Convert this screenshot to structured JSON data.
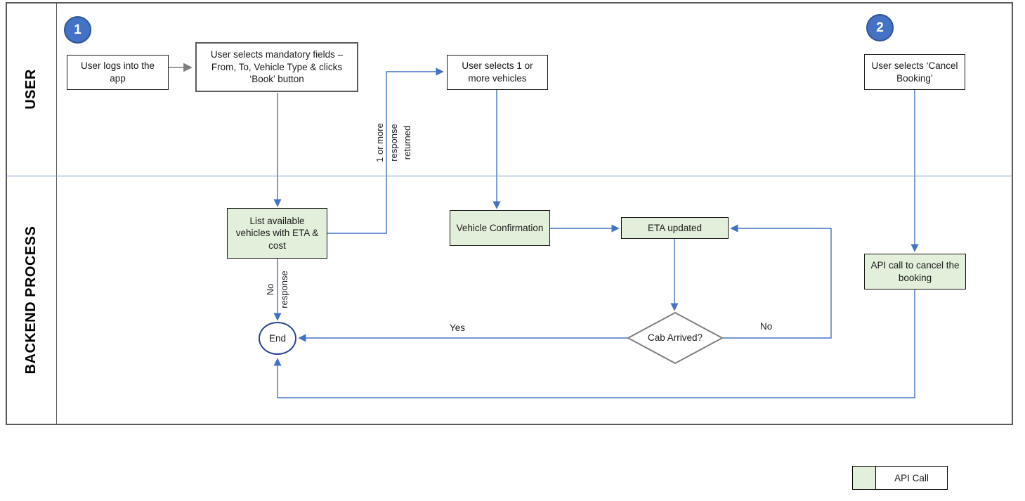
{
  "lanes": {
    "user": "USER",
    "backend": "BACKEND PROCESS"
  },
  "badges": [
    "1",
    "2"
  ],
  "nodes": {
    "login": {
      "label": "User logs into the app"
    },
    "mandatory": {
      "label": "User selects mandatory fields – From,  To, Vehicle Type & clicks ‘Book’ button"
    },
    "select_vehicles": {
      "label": "User selects 1 or more vehicles"
    },
    "cancel_select": {
      "label": "User selects ‘Cancel Booking’"
    },
    "list_vehicles": {
      "label": "List available vehicles with ETA & cost"
    },
    "vehicle_confirmation": {
      "label": "Vehicle Confirmation"
    },
    "eta_updated": {
      "label": "ETA updated"
    },
    "api_cancel": {
      "label": "API call to cancel the booking"
    },
    "cab_arrived": {
      "label": "Cab Arrived?"
    },
    "end": {
      "label": "End"
    }
  },
  "edges": {
    "yes": "Yes",
    "no": "No",
    "one_or_more": "1 or more\nresponse\nreturned",
    "no_response": "No\nresponse"
  },
  "legend": {
    "api_call": "API Call"
  },
  "colors": {
    "connector_blue": "#4472C4",
    "connector_gray": "#7F7F7F",
    "api_call_fill": "#E2EFDA",
    "badge_fill": "#4472C4",
    "badge_border": "#2F5597",
    "frame_border": "#595959",
    "lane_divider": "#7E99D0",
    "diamond_border": "#7F7F7F",
    "end_border": "#2A4390"
  }
}
